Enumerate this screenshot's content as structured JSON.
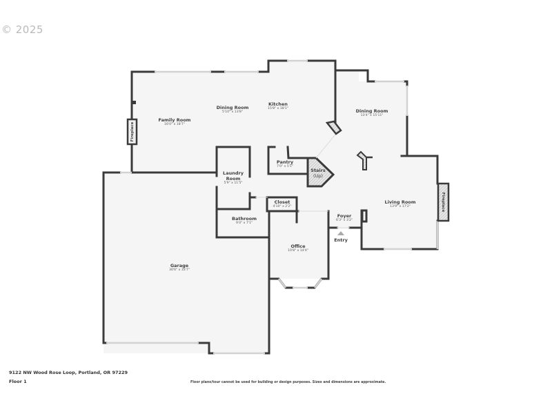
{
  "copyright": "© 2025",
  "footer": {
    "address": "9122 NW Wood Rose Loop, Portland, OR 97229",
    "floor": "Floor 1",
    "disclaimer": "Floor plans/tour cannot be used for building or design purposes. Sizes and dimensions are approximate."
  },
  "colors": {
    "wall": "#3a3a3a",
    "floor": "#f5f5f5",
    "window": "#d0d0d0",
    "hatch": "#cccccc"
  },
  "rooms": {
    "family_room": {
      "name": "Family Room",
      "dim": "16'0\" x 18'7\""
    },
    "dining_room_1": {
      "name": "Dining Room",
      "dim": "5'10\" x 13'8\""
    },
    "kitchen": {
      "name": "Kitchen",
      "dim": "15'8\" x 18'1\""
    },
    "dining_room_2": {
      "name": "Dining Room",
      "dim": "13'4\" x 15'11\""
    },
    "pantry": {
      "name": "Pantry",
      "dim": "7'0\" x 5'1\""
    },
    "stairs": {
      "name": "Stairs",
      "sub": "(Up)"
    },
    "laundry": {
      "name": "Laundry",
      "name2": "Room",
      "dim": "5'9\" x 11'5\""
    },
    "closet": {
      "name": "Closet",
      "dim": "4'10\" x 2'2\""
    },
    "bathroom": {
      "name": "Bathroom",
      "dim": "9'4\" x 7'1\""
    },
    "foyer": {
      "name": "Foyer",
      "dim": "6'3\" x 3'2\""
    },
    "entry": {
      "name": "Entry"
    },
    "living_room": {
      "name": "Living Room",
      "dim": "13'9\" x 17'2\""
    },
    "office": {
      "name": "Office",
      "dim": "10'8\" x 14'4\""
    },
    "garage": {
      "name": "Garage",
      "dim": "30'6\" x 33'7\""
    }
  },
  "fixtures": {
    "fireplace_left": "Fireplace",
    "fireplace_right": "Fireplace"
  }
}
